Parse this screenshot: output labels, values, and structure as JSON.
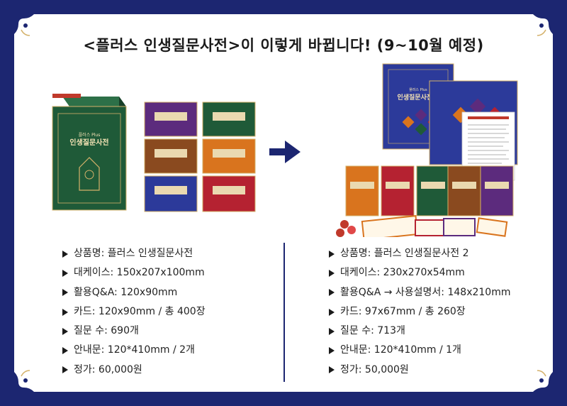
{
  "headline": "<플러스 인생질문사전>이 이렇게 바뀝니다! (9~10월 예정)",
  "colors": {
    "frame": "#1c2671",
    "green": "#1f5a38",
    "purple": "#5c2b7d",
    "brown": "#8a4a1f",
    "orange": "#d9741e",
    "blue": "#2c3a9a",
    "red": "#b52231",
    "gold": "#d4b16a"
  },
  "old_product": {
    "box_title": "인생질문사전",
    "box_subtitle": "플러스 Plus",
    "specs": [
      "상품명: 플러스 인생질문사전",
      "대케이스: 150x207x100mm",
      "활용Q&A: 120x90mm",
      "카드: 120x90mm / 총 400장",
      "질문 수: 690개",
      "안내문: 120*410mm / 2개",
      "정가: 60,000원"
    ]
  },
  "new_product": {
    "box_title": "인생질문사전 2",
    "box_subtitle": "플러스 Plus",
    "specs": [
      "상품명: 플러스 인생질문사전 2",
      "대케이스: 230x270x54mm",
      "활용Q&A → 사용설명서: 148x210mm",
      "카드: 97x67mm / 총 260장",
      "질문 수: 713개",
      "안내문: 120*410mm / 1개",
      "정가: 50,000원"
    ]
  }
}
